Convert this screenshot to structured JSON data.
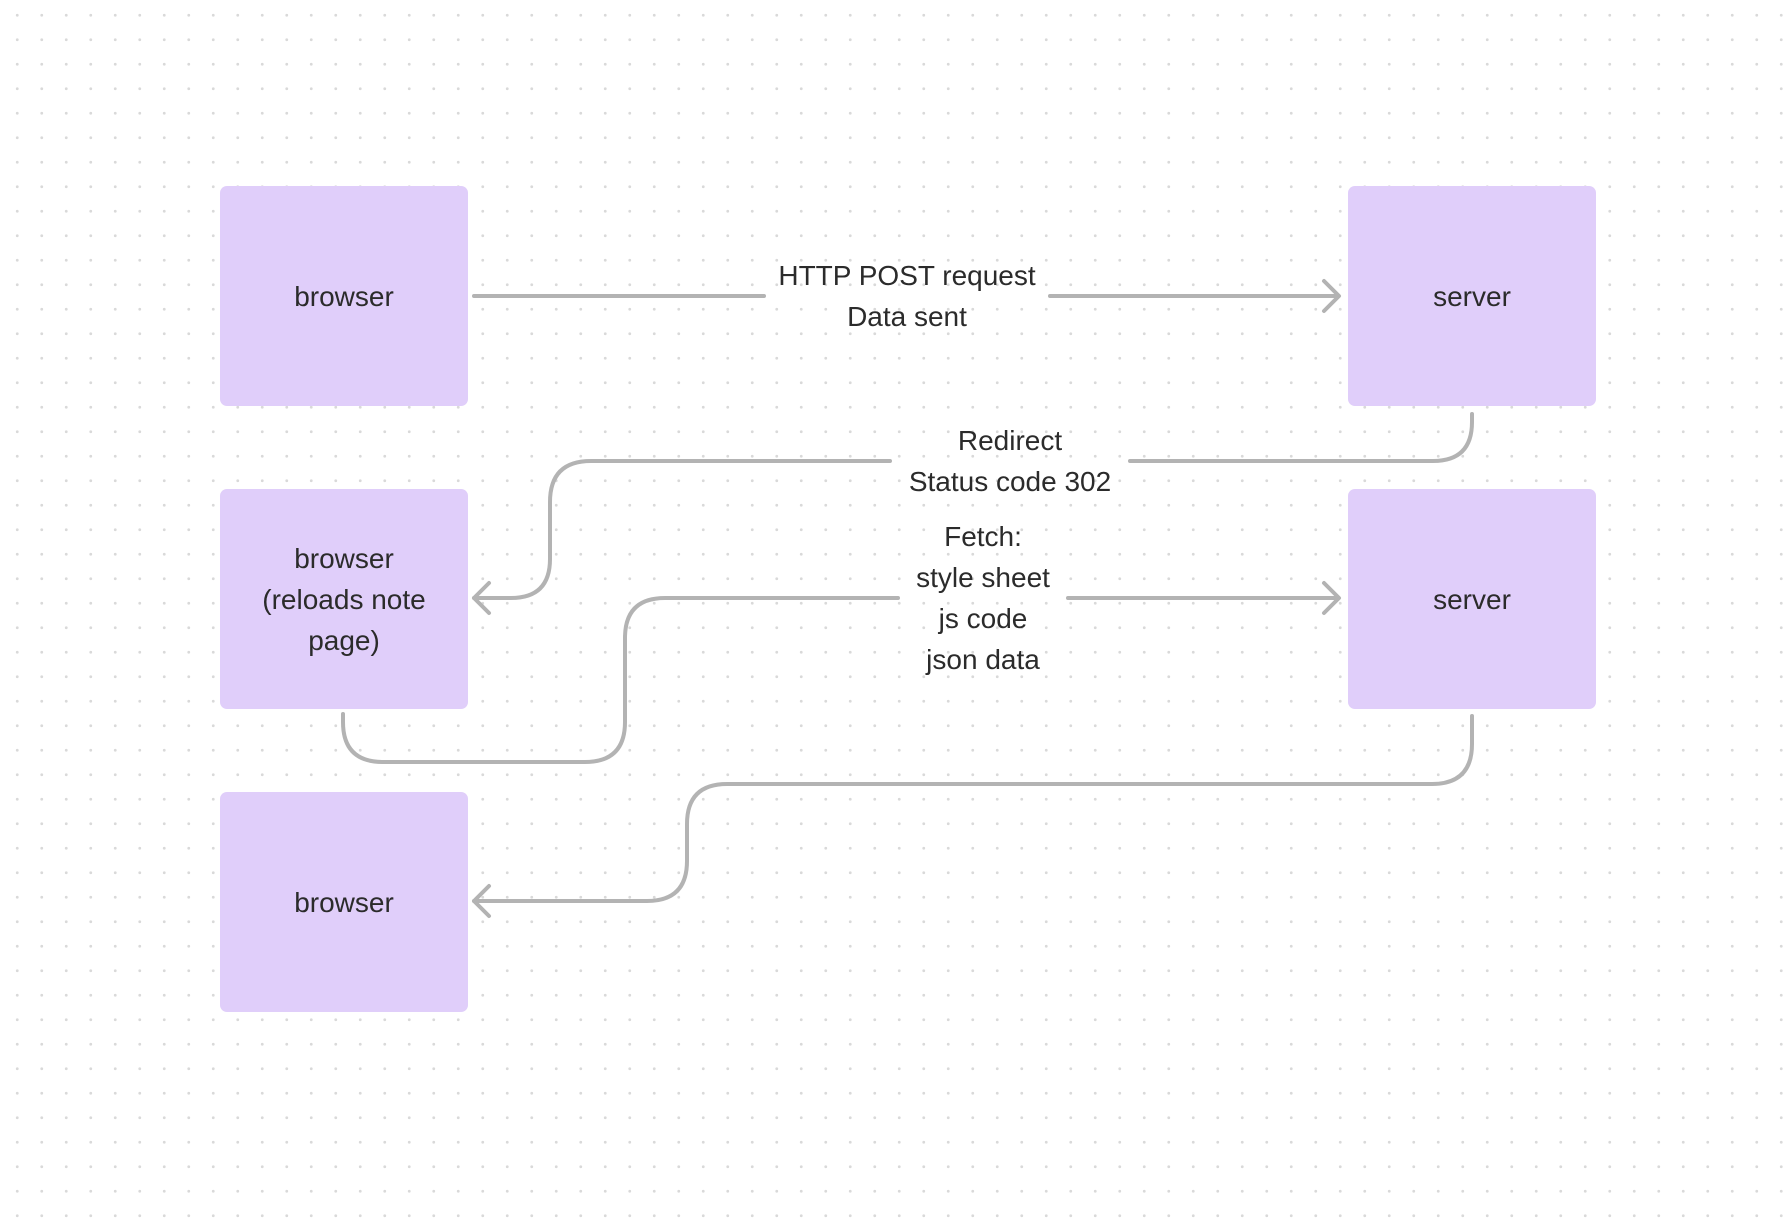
{
  "diagram": {
    "nodes": [
      {
        "id": "browser-1",
        "label": "browser"
      },
      {
        "id": "server-1",
        "label": "server"
      },
      {
        "id": "browser-2",
        "label": "browser\n(reloads note\npage)"
      },
      {
        "id": "server-2",
        "label": "server"
      },
      {
        "id": "browser-3",
        "label": "browser"
      }
    ],
    "edges": [
      {
        "from": "browser-1",
        "to": "server-1",
        "label_lines": [
          "HTTP POST request",
          "Data sent"
        ]
      },
      {
        "from": "server-1",
        "to": "browser-2",
        "label_lines": [
          "Redirect",
          "Status code 302"
        ]
      },
      {
        "from": "browser-2",
        "to": "server-2",
        "label_lines": [
          "Fetch:",
          "style sheet",
          "js code",
          "json data"
        ]
      },
      {
        "from": "server-2",
        "to": "browser-3",
        "label_lines": []
      }
    ],
    "colors": {
      "node_fill": "#e0cefa",
      "edge_stroke": "#b3b3b3",
      "text": "#2b2b2b",
      "background_dots": "#d9d9d9"
    }
  }
}
